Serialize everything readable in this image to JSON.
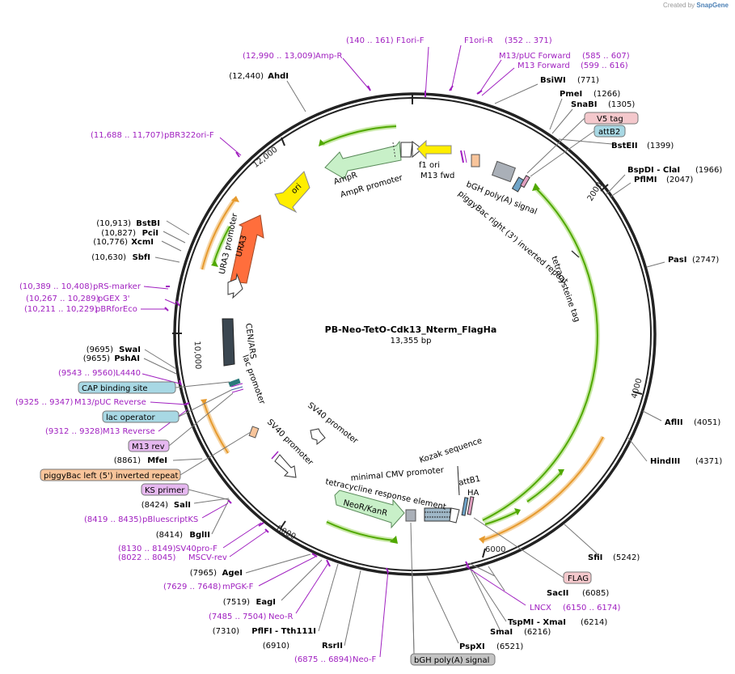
{
  "credit": {
    "prefix": "Created by",
    "brand": "SnapGene"
  },
  "plasmid": {
    "name": "PB-Neo-TetO-Cdk13_Nterm_FlagHa",
    "size": "13,355 bp"
  },
  "ticks": [
    "12,000",
    "2000",
    "4000",
    "6000",
    "8000",
    "10,000"
  ],
  "sites_right": [
    {
      "name": "BsiWI",
      "pos": "(771)"
    },
    {
      "name": "PmeI",
      "pos": "(1266)"
    },
    {
      "name": "SnaBI",
      "pos": "(1305)"
    },
    {
      "name": "BstEII",
      "pos": "(1399)"
    },
    {
      "name": "BspDI - ClaI",
      "pos": "(1966)"
    },
    {
      "name": "PflMI",
      "pos": "(2047)"
    },
    {
      "name": "PasI",
      "pos": "(2747)"
    },
    {
      "name": "AflII",
      "pos": "(4051)"
    },
    {
      "name": "HindIII",
      "pos": "(4371)"
    },
    {
      "name": "SfiI",
      "pos": "(5242)"
    },
    {
      "name": "SacII",
      "pos": "(6085)"
    },
    {
      "name": "TspMI - XmaI",
      "pos": "(6214)"
    },
    {
      "name": "SmaI",
      "pos": "(6216)"
    },
    {
      "name": "PspXI",
      "pos": "(6521)"
    }
  ],
  "sites_left": [
    {
      "name": "AhdI",
      "pos": "(12,440)"
    },
    {
      "name": "BstBI",
      "pos": "(10,913)"
    },
    {
      "name": "PciI",
      "pos": "(10,827)"
    },
    {
      "name": "XcmI",
      "pos": "(10,776)"
    },
    {
      "name": "SbfI",
      "pos": "(10,630)"
    },
    {
      "name": "SwaI",
      "pos": "(9695)"
    },
    {
      "name": "PshAI",
      "pos": "(9655)"
    },
    {
      "name": "MfeI",
      "pos": "(8861)"
    },
    {
      "name": "SalI",
      "pos": "(8424)"
    },
    {
      "name": "BglII",
      "pos": "(8414)"
    },
    {
      "name": "AgeI",
      "pos": "(7965)"
    },
    {
      "name": "EagI",
      "pos": "(7519)"
    },
    {
      "name": "PflFI - Tth111I",
      "pos": "(7310)"
    },
    {
      "name": "RsrII",
      "pos": "(6910)"
    }
  ],
  "primers": [
    {
      "name": "Amp-R",
      "range": "(12,990 .. 13,009)"
    },
    {
      "name": "F1ori-F",
      "range": "(140 .. 161)"
    },
    {
      "name": "F1ori-R",
      "range": "(352 .. 371)"
    },
    {
      "name": "M13/pUC Forward",
      "range": "(585 .. 607)"
    },
    {
      "name": "M13 Forward",
      "range": "(599 .. 616)"
    },
    {
      "name": "pBR322ori-F",
      "range": "(11,688 .. 11,707)"
    },
    {
      "name": "pRS-marker",
      "range": "(10,389 .. 10,408)"
    },
    {
      "name": "pGEX 3'",
      "range": "(10,267 .. 10,289)"
    },
    {
      "name": "pBRforEco",
      "range": "(10,211 .. 10,229)"
    },
    {
      "name": "L4440",
      "range": "(9543 .. 9560)"
    },
    {
      "name": "M13/pUC Reverse",
      "range": "(9325 .. 9347)"
    },
    {
      "name": "M13 Reverse",
      "range": "(9312 .. 9328)"
    },
    {
      "name": "pBluescriptKS",
      "range": "(8419 .. 8435)"
    },
    {
      "name": "SV40pro-F",
      "range": "(8130 .. 8149)"
    },
    {
      "name": "MSCV-rev",
      "range": "(8022 .. 8045)"
    },
    {
      "name": "mPGK-F",
      "range": "(7629 .. 7648)"
    },
    {
      "name": "Neo-R",
      "range": "(7485 .. 7504)"
    },
    {
      "name": "Neo-F",
      "range": "(6875 .. 6894)"
    },
    {
      "name": "LNCX",
      "range": "(6150 .. 6174)"
    }
  ],
  "boxed": {
    "v5": "V5 tag",
    "attb2": "attB2",
    "cap": "CAP binding site",
    "lacop": "lac operator",
    "m13rev": "M13 rev",
    "pbleft": "piggyBac left (5') inverted repeat",
    "ksprimer": "KS primer",
    "flag": "FLAG",
    "bgh": "bGH poly(A) signal"
  },
  "features": {
    "ampr": "AmpR",
    "ampr_promoter": "AmpR promoter",
    "f1ori": "f1 ori",
    "m13fwd": "M13 fwd",
    "ori": "ori",
    "ura3": "URA3",
    "ura3_promoter": "URA3 promoter",
    "cen_ars": "CEN/ARS",
    "lac_promoter": "lac promoter",
    "sv40_promoter1": "SV40 promoter",
    "sv40_promoter2": "SV40 promoter",
    "bgh_poly": "bGH poly(A) signal",
    "pb_right": "piggyBac right (3') inverted repeat",
    "tetracysteine": "tetracysteine tag",
    "kozak": "Kozak sequence",
    "attb1": "attB1",
    "ha": "HA",
    "mcmv": "minimal CMV promoter",
    "tre": "tetracycline response element",
    "neokan": "NeoR/KanR"
  },
  "colors": {
    "backbone": "#222222",
    "primer": "#a020c0",
    "ampr": "#c8f0c8",
    "f1ori": "#ffee00",
    "ori": "#ffee00",
    "ura3": "#ff6e3c",
    "cen": "#3a4650",
    "orf_green": "#50a800",
    "orf_orange": "#e69a2e",
    "v5_box": "#f4c8cc",
    "attb_box": "#a8d8e4",
    "cap_box": "#a8d8e4",
    "m13_box": "#e6b8f0",
    "pbleft_box": "#f8c49a",
    "bgh_box": "#c4c4c4"
  }
}
